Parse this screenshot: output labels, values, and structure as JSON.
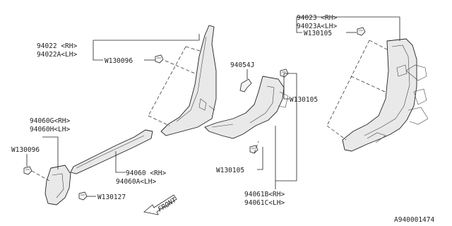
{
  "labels": {
    "p94023_rh": "94023 <RH>",
    "p94023a_lh": "94023A<LH>",
    "w130105_top": "W130105",
    "p94022_rh": "94022 <RH>",
    "p94022a_lh": "94022A<LH>",
    "w130096_upper": "W130096",
    "p94054j": "94054J",
    "w130105_mid": "W130105",
    "p94060g_rh": "94060G<RH>",
    "p94060h_lh": "94060H<LH>",
    "w130096_left": "W130096",
    "p94060_rh": "94060 <RH>",
    "p94060a_lh": "94060A<LH>",
    "w130105_low": "W130105",
    "p94061b_rh": "94061B<RH>",
    "p94061c_lh": "94061C<LH>",
    "w130127": "W130127",
    "front": "FRONT",
    "diagram_id": "A940001474"
  }
}
